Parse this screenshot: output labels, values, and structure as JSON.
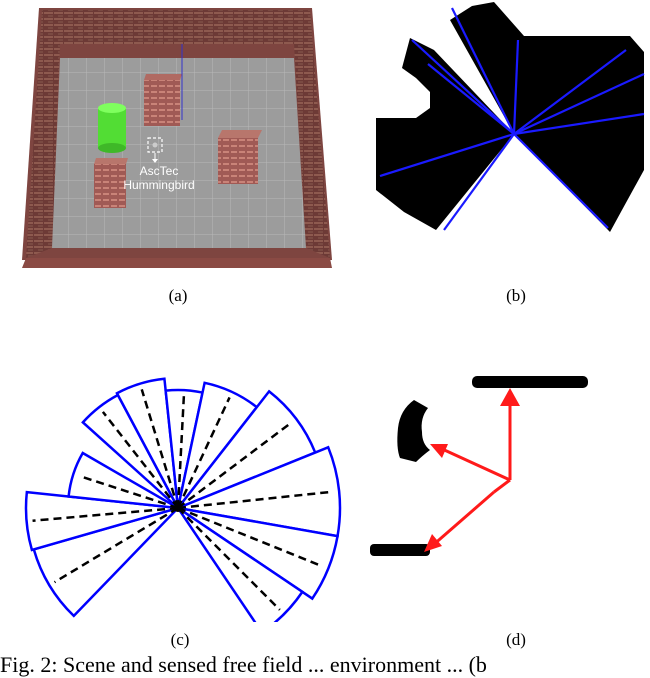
{
  "figure": {
    "panels": [
      {
        "id": "a",
        "label": "(a)",
        "callout_lines": [
          "AscTec",
          "Hummingbird"
        ]
      },
      {
        "id": "b",
        "label": "(b)"
      },
      {
        "id": "c",
        "label": "(c)"
      },
      {
        "id": "d",
        "label": "(d)"
      }
    ],
    "caption_partial": "Fig. 2: Scene and sensed free field ... environment ... (b",
    "colors": {
      "wall": "#8a4a44",
      "floor": "#9a9a9a",
      "cylinder": "#55e33a",
      "ray_blue": "#1a1aff",
      "wedge_blue": "#0000ff",
      "arrow_red": "#ff1a1a",
      "black": "#000000"
    }
  }
}
